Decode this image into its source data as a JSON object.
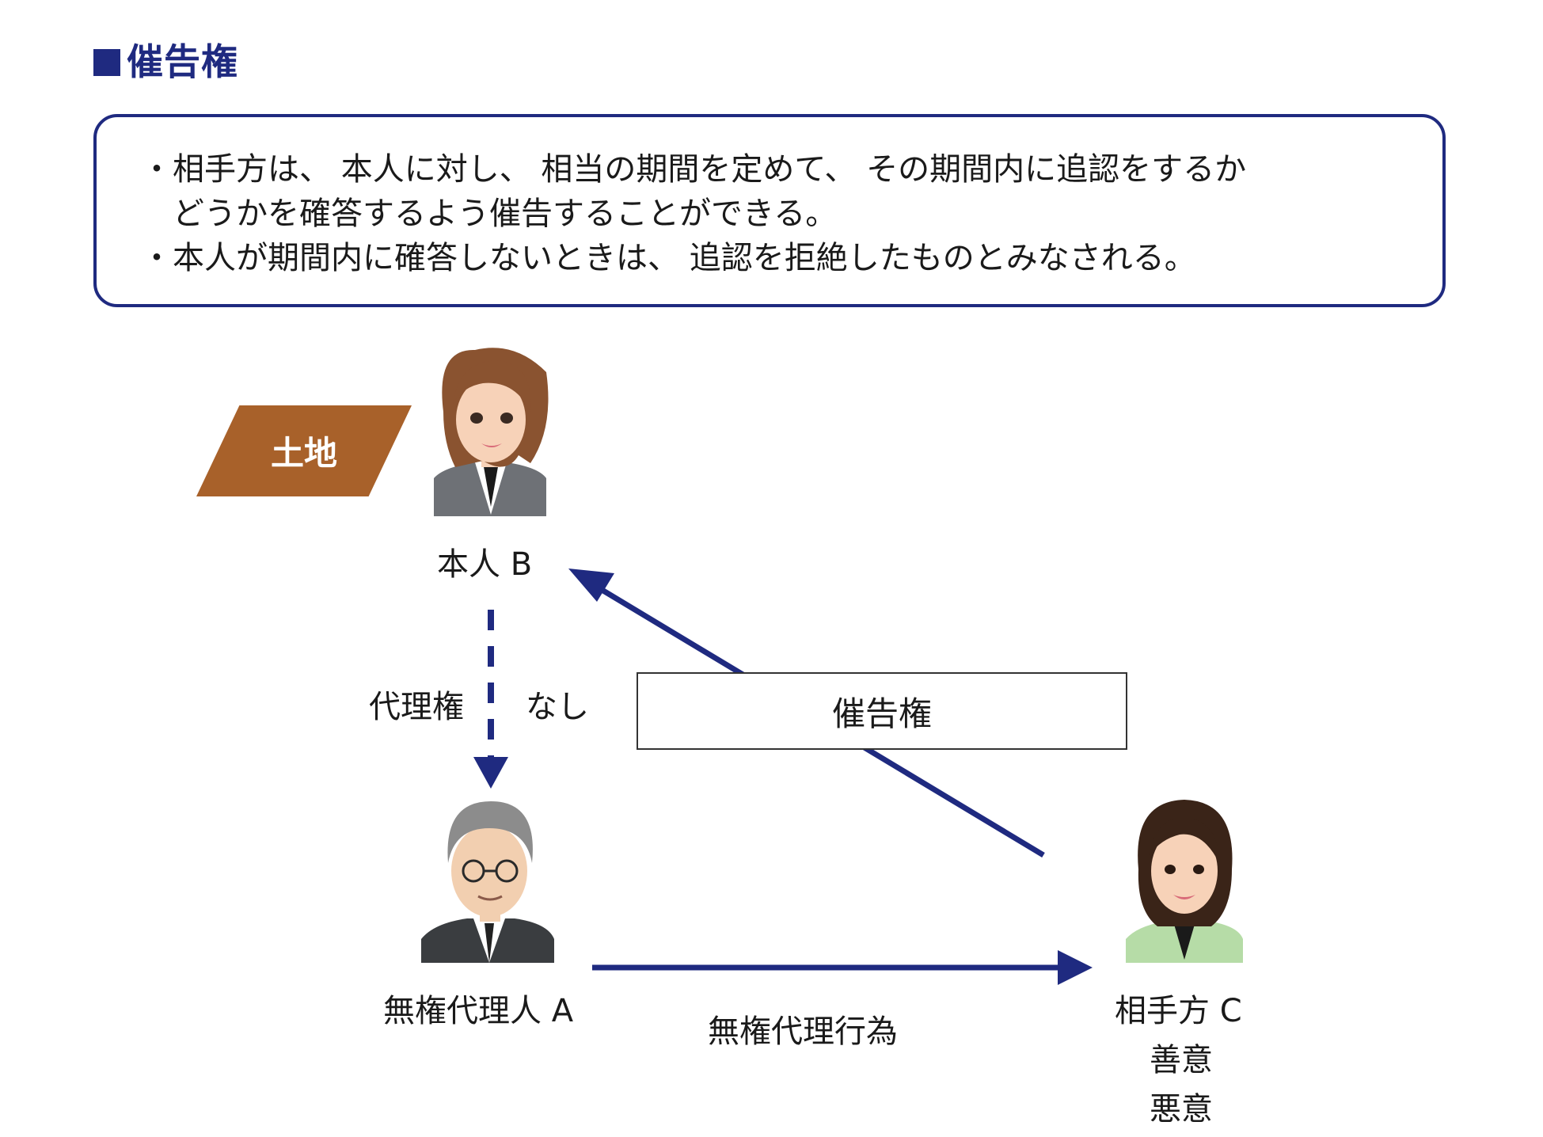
{
  "heading": "催告権",
  "infobox": {
    "lines": [
      "・相手方は、 本人に対し、 相当の期間を定めて、 その期間内に追認をするか",
      "　どうかを確答するよう催告することができる。",
      "・本人が期間内に確答しないときは、 追認を拒絶したものとみなされる。"
    ]
  },
  "land_label": "土地",
  "persons": {
    "principal": "本人 B",
    "agent": "無権代理人 A",
    "counterparty": "相手方 C",
    "counterparty_good": "善意",
    "counterparty_bad": "悪意"
  },
  "relations": {
    "authority": "代理権",
    "authority_none": "なし",
    "demand": "催告権",
    "act": "無権代理行為"
  },
  "colors": {
    "navy": "#1f2a80",
    "land": "#a8612a"
  }
}
